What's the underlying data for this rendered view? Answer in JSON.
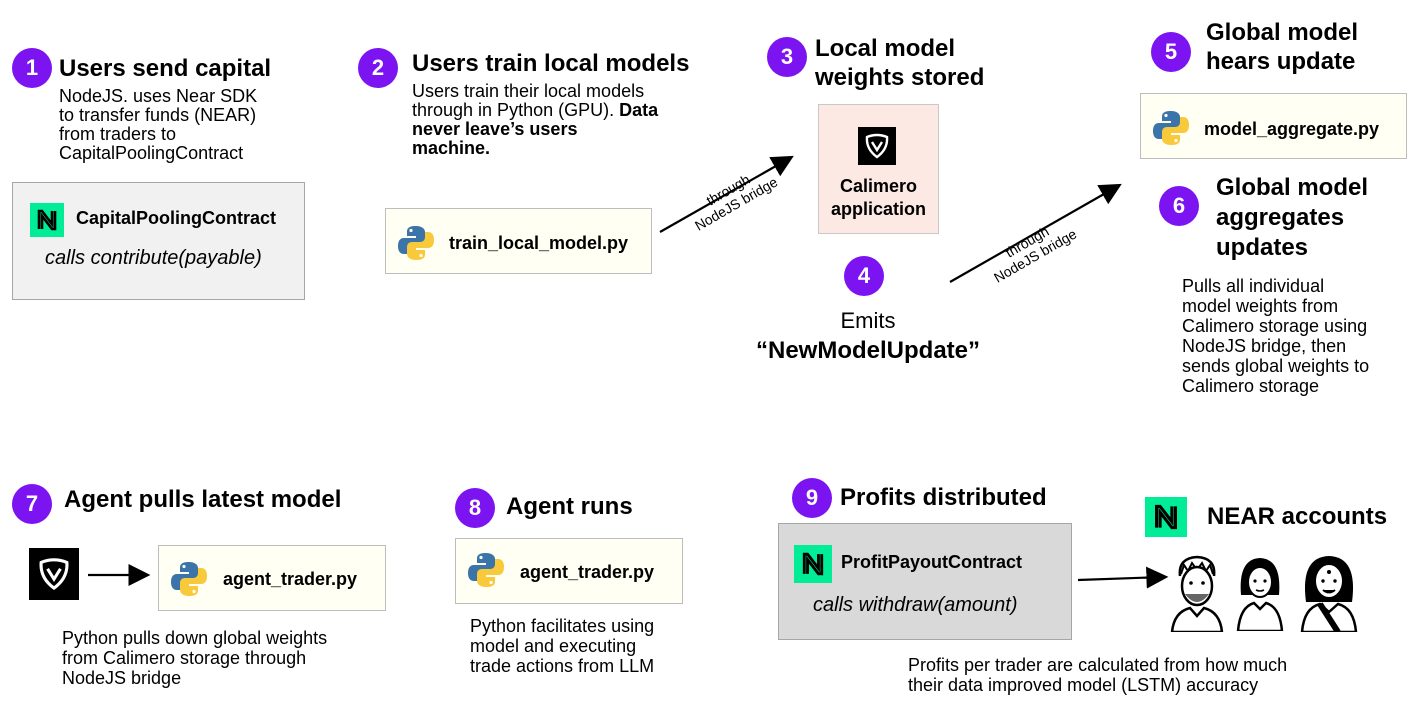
{
  "steps": [
    {
      "num": "1",
      "title": "Users send capital",
      "desc_lines": [
        "NodeJS. uses Near SDK",
        "to transfer funds (NEAR)",
        "from traders to",
        "CapitalPoolingContract"
      ]
    },
    {
      "num": "2",
      "title": "Users train local models",
      "desc_lines": [
        "Users train their local models",
        "through in Python (GPU)."
      ],
      "desc_bold": [
        "Data",
        "never leave’s users",
        "machine."
      ]
    },
    {
      "num": "3",
      "title_lines": [
        "Local model",
        "weights stored"
      ]
    },
    {
      "num": "4",
      "emits": "Emits",
      "event": "“NewModelUpdate”"
    },
    {
      "num": "5",
      "title_lines": [
        "Global model",
        "hears update"
      ]
    },
    {
      "num": "6",
      "title_lines": [
        "Global model",
        "aggregates",
        "updates"
      ],
      "desc_lines": [
        "Pulls all individual",
        "model weights from",
        "Calimero storage using",
        "NodeJS bridge, then",
        "sends global weights to",
        "Calimero storage"
      ]
    },
    {
      "num": "7",
      "title": "Agent pulls latest model",
      "desc_lines": [
        "Python pulls down global weights",
        "from Calimero storage through",
        "NodeJS bridge"
      ]
    },
    {
      "num": "8",
      "title": "Agent runs",
      "desc_lines": [
        "Python facilitates using",
        "model and executing",
        "trade actions from LLM"
      ]
    },
    {
      "num": "9",
      "title": "Profits distributed",
      "desc_lines": [
        "Profits per trader are calculated from how much",
        "their data improved model (LSTM) accuracy"
      ]
    }
  ],
  "boxes": {
    "capital_contract": {
      "name": "CapitalPoolingContract",
      "call": "calls contribute(payable)"
    },
    "train_script": "train_local_model.py",
    "calimero_app": [
      "Calimero",
      "application"
    ],
    "aggregate_script": "model_aggregate.py",
    "agent_script_7": "agent_trader.py",
    "agent_script_8": "agent_trader.py",
    "payout_contract": {
      "name": "ProfitPayoutContract",
      "call": "calls withdraw(amount)"
    }
  },
  "near_accounts": "NEAR accounts",
  "bridge_label": [
    "through",
    "NodeJS bridge"
  ],
  "colors": {
    "badge": "#7b14f0",
    "near_green": "#00ec97",
    "python_blue": "#3a74a8",
    "python_yellow": "#f8c93b"
  },
  "icons": [
    "near-logo-icon",
    "calimero-logo-icon",
    "python-logo-icon",
    "user-avatar-icon"
  ]
}
